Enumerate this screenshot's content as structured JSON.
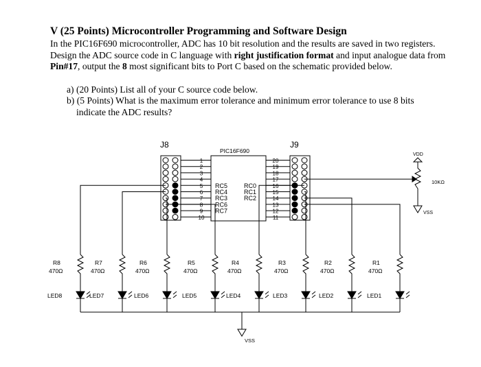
{
  "question": {
    "title": "V (25 Points) Microcontroller Programming and Software Design",
    "intro_1": "In the PIC16F690 microcontroller,  ADC has 10 bit resolution and the results are saved in two registers. Design the ADC source code in C language with ",
    "intro_bold_1": "right justification format",
    "intro_2": " and input analogue data from ",
    "intro_bold_2": "Pin#17",
    "intro_3": ", output the ",
    "intro_bold_3": "8",
    "intro_4": " most significant bits to Port C based on the schematic provided below.",
    "part_a": "a) (20 Points) List all of your C source code below.",
    "part_b_1": "b) (5 Points) What is the maximum error tolerance and minimum error tolerance to use 8 bits",
    "part_b_2": "indicate the ADC results?"
  },
  "schematic": {
    "j8_label": "J8",
    "j9_label": "J9",
    "chip_label": "PIC16F690",
    "left_pins": [
      "1",
      "2",
      "3",
      "4",
      "5",
      "6",
      "7",
      "8",
      "9",
      "10"
    ],
    "right_pins": [
      "20",
      "19",
      "18",
      "17",
      "16",
      "15",
      "14",
      "13",
      "12",
      "11"
    ],
    "left_port_labels": [
      "RC5",
      "RC4",
      "RC3",
      "RC6",
      "RC7"
    ],
    "right_port_labels": [
      "RC0",
      "RC1",
      "RC2"
    ],
    "vdd_label": "VDD",
    "vss_label": "VSS",
    "pot_label": "10KΩ",
    "resistors": [
      {
        "name": "R8",
        "value": "470Ω"
      },
      {
        "name": "R7",
        "value": "470Ω"
      },
      {
        "name": "R6",
        "value": "470Ω"
      },
      {
        "name": "R5",
        "value": "470Ω"
      },
      {
        "name": "R4",
        "value": "470Ω"
      },
      {
        "name": "R3",
        "value": "470Ω"
      },
      {
        "name": "R2",
        "value": "470Ω"
      },
      {
        "name": "R1",
        "value": "470Ω"
      }
    ],
    "leds": [
      "LED8",
      "LED7",
      "LED6",
      "LED5",
      "LED4",
      "LED3",
      "LED2",
      "LED1"
    ]
  }
}
